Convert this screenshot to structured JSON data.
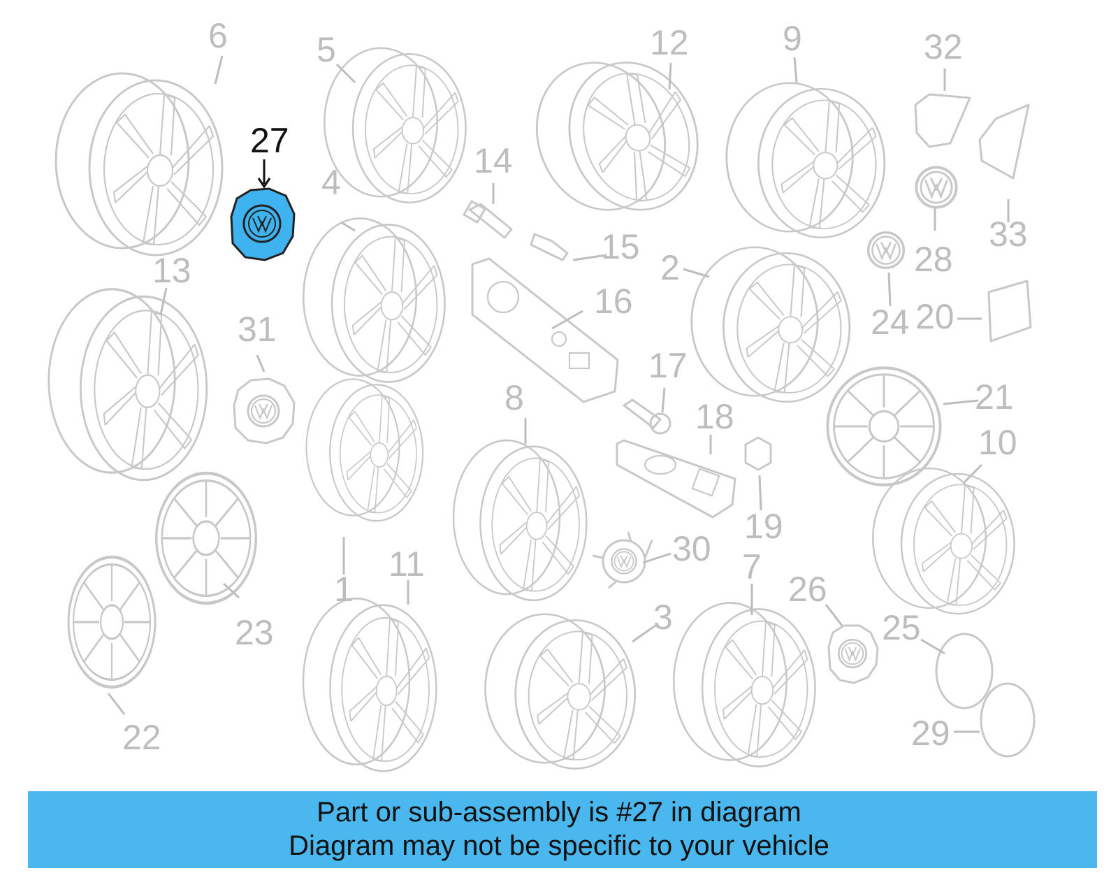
{
  "highlight": {
    "callout": "27",
    "color": "#3fb3ef"
  },
  "callouts": {
    "c1": "1",
    "c2": "2",
    "c3": "3",
    "c4": "4",
    "c5": "5",
    "c6": "6",
    "c7": "7",
    "c8": "8",
    "c9": "9",
    "c10": "10",
    "c11": "11",
    "c12": "12",
    "c13": "13",
    "c14": "14",
    "c15": "15",
    "c16": "16",
    "c17": "17",
    "c18": "18",
    "c19": "19",
    "c20": "20",
    "c21": "21",
    "c22": "22",
    "c23": "23",
    "c24": "24",
    "c25": "25",
    "c26": "26",
    "c27": "27",
    "c28": "28",
    "c29": "29",
    "c30": "30",
    "c31": "31",
    "c32": "32",
    "c33": "33"
  },
  "banner": {
    "line1": "Part or sub-assembly is #27 in diagram",
    "line2": "Diagram may not be specific to your vehicle",
    "color": "#4ab8ef"
  }
}
